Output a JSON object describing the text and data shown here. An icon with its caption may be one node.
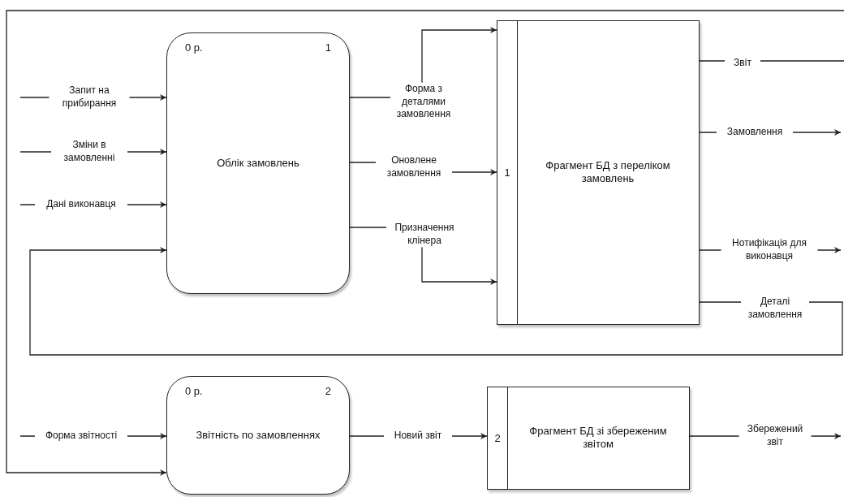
{
  "diagram": {
    "nodes": [
      {
        "text": [
          "0 р.",
          "1",
          "Облік замовлень"
        ]
      },
      {
        "text": [
          "1",
          "Фрагмент БД з переліком замовлень"
        ]
      },
      {
        "text": [
          "0 р.",
          "2",
          "Звітність по замовленнях"
        ]
      },
      {
        "text": [
          "2",
          "Фрагмент БД зі збереженим звітом"
        ]
      }
    ],
    "edges": [
      {
        "from": null,
        "to": 0,
        "arrow": "to",
        "label": "Запит на прибирання"
      },
      {
        "from": null,
        "to": 0,
        "arrow": "to",
        "label": "Зміни в замовленні"
      },
      {
        "from": null,
        "to": 0,
        "arrow": "to",
        "label": "Дані виконавця"
      },
      {
        "from": 0,
        "to": 1,
        "arrow": "to",
        "label": "Форма з деталями замовлення"
      },
      {
        "from": 0,
        "to": 1,
        "arrow": "to",
        "label": "Оновлене замовлення"
      },
      {
        "from": 0,
        "to": 1,
        "arrow": "to",
        "label": "Призначення клінера"
      },
      {
        "from": 1,
        "to": 2,
        "arrow": "to",
        "label": "Звіт"
      },
      {
        "from": 1,
        "to": null,
        "arrow": "to",
        "label": "Замовлення"
      },
      {
        "from": 1,
        "to": null,
        "arrow": "to",
        "label": "Нотифікація для виконавця"
      },
      {
        "from": 1,
        "to": 0,
        "arrow": "to",
        "label": "Деталі замовлення"
      },
      {
        "from": null,
        "to": 2,
        "arrow": "to",
        "label": "Форма звітності"
      },
      {
        "from": 2,
        "to": 3,
        "arrow": "to",
        "label": "Новий звіт"
      },
      {
        "from": 3,
        "to": null,
        "arrow": "to",
        "label": "Збережений звіт"
      }
    ]
  }
}
